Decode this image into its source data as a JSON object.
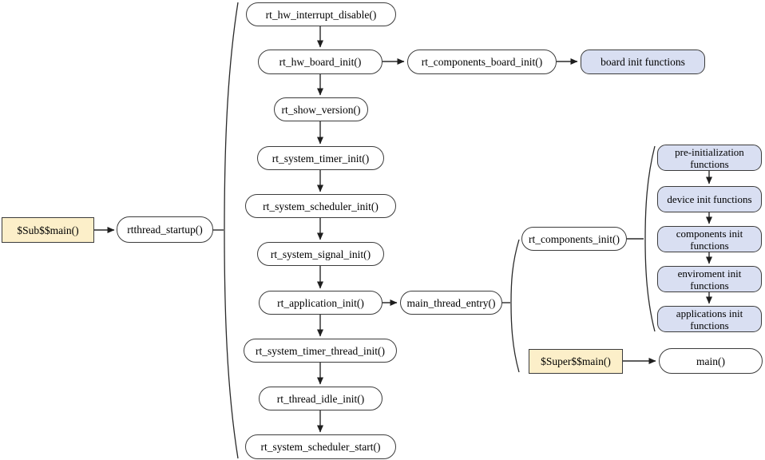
{
  "diagram": {
    "type": "flowchart",
    "colors": {
      "background": "#ffffff",
      "node_border": "#3c3c3c",
      "line": "#262626",
      "yellow_fill": "#fcefc9",
      "blue_fill": "#d9dff2",
      "white_fill": "#ffffff"
    },
    "nodes": {
      "sub_main": {
        "label": "$Sub$$main()",
        "shape": "rect",
        "fill": "yellow"
      },
      "rtthread_startup": {
        "label": "rtthread_startup()",
        "shape": "stadium",
        "fill": "white"
      },
      "rt_hw_interrupt_disable": {
        "label": "rt_hw_interrupt_disable()",
        "shape": "stadium",
        "fill": "white"
      },
      "rt_hw_board_init": {
        "label": "rt_hw_board_init()",
        "shape": "stadium",
        "fill": "white"
      },
      "rt_components_board_init": {
        "label": "rt_components_board_init()",
        "shape": "stadium",
        "fill": "white"
      },
      "board_init_functions": {
        "label": "board init functions",
        "shape": "stadium",
        "fill": "blue"
      },
      "rt_show_version": {
        "label": "rt_show_version()",
        "shape": "stadium",
        "fill": "white"
      },
      "rt_system_timer_init": {
        "label": "rt_system_timer_init()",
        "shape": "stadium",
        "fill": "white"
      },
      "rt_system_scheduler_init": {
        "label": "rt_system_scheduler_init()",
        "shape": "stadium",
        "fill": "white"
      },
      "rt_system_signal_init": {
        "label": "rt_system_signal_init()",
        "shape": "stadium",
        "fill": "white"
      },
      "rt_application_init": {
        "label": "rt_application_init()",
        "shape": "stadium",
        "fill": "white"
      },
      "main_thread_entry": {
        "label": "main_thread_entry()",
        "shape": "stadium",
        "fill": "white"
      },
      "rt_components_init": {
        "label": "rt_components_init()",
        "shape": "stadium",
        "fill": "white"
      },
      "pre_initialization_functions": {
        "label": "pre-initialization functions",
        "shape": "stadium",
        "fill": "blue"
      },
      "device_init_functions": {
        "label": "device init functions",
        "shape": "stadium",
        "fill": "blue"
      },
      "components_init_functions": {
        "label": "components init functions",
        "shape": "stadium",
        "fill": "blue"
      },
      "enviroment_init_functions": {
        "label": "enviroment init functions",
        "shape": "stadium",
        "fill": "blue"
      },
      "applications_init_functions": {
        "label": "applications init functions",
        "shape": "stadium",
        "fill": "blue"
      },
      "super_main": {
        "label": "$Super$$main()",
        "shape": "rect",
        "fill": "yellow"
      },
      "main_fn": {
        "label": "main()",
        "shape": "stadium",
        "fill": "white"
      },
      "rt_system_timer_thread_init": {
        "label": "rt_system_timer_thread_init()",
        "shape": "stadium",
        "fill": "white"
      },
      "rt_thread_idle_init": {
        "label": "rt_thread_idle_init()",
        "shape": "stadium",
        "fill": "white"
      },
      "rt_system_scheduler_start": {
        "label": "rt_system_scheduler_start()",
        "shape": "stadium",
        "fill": "white"
      }
    },
    "edges": [
      {
        "from": "sub_main",
        "to": "rtthread_startup",
        "type": "arrow"
      },
      {
        "from": "rt_hw_interrupt_disable",
        "to": "rt_hw_board_init",
        "type": "arrow"
      },
      {
        "from": "rt_hw_board_init",
        "to": "rt_components_board_init",
        "type": "arrow"
      },
      {
        "from": "rt_components_board_init",
        "to": "board_init_functions",
        "type": "arrow"
      },
      {
        "from": "rt_hw_board_init",
        "to": "rt_show_version",
        "type": "arrow"
      },
      {
        "from": "rt_show_version",
        "to": "rt_system_timer_init",
        "type": "arrow"
      },
      {
        "from": "rt_system_timer_init",
        "to": "rt_system_scheduler_init",
        "type": "arrow"
      },
      {
        "from": "rt_system_scheduler_init",
        "to": "rt_system_signal_init",
        "type": "arrow"
      },
      {
        "from": "rt_system_signal_init",
        "to": "rt_application_init",
        "type": "arrow"
      },
      {
        "from": "rt_application_init",
        "to": "main_thread_entry",
        "type": "arrow"
      },
      {
        "from": "rt_application_init",
        "to": "rt_system_timer_thread_init",
        "type": "arrow"
      },
      {
        "from": "rt_system_timer_thread_init",
        "to": "rt_thread_idle_init",
        "type": "arrow"
      },
      {
        "from": "rt_thread_idle_init",
        "to": "rt_system_scheduler_start",
        "type": "arrow"
      },
      {
        "from": "pre_initialization_functions",
        "to": "device_init_functions",
        "type": "arrow"
      },
      {
        "from": "device_init_functions",
        "to": "components_init_functions",
        "type": "arrow"
      },
      {
        "from": "components_init_functions",
        "to": "enviroment_init_functions",
        "type": "arrow"
      },
      {
        "from": "enviroment_init_functions",
        "to": "applications_init_functions",
        "type": "arrow"
      },
      {
        "from": "super_main",
        "to": "main_fn",
        "type": "arrow"
      }
    ],
    "groups": [
      {
        "owner": "rtthread_startup",
        "brace": "large",
        "members": [
          "rt_hw_interrupt_disable",
          "rt_hw_board_init",
          "rt_show_version",
          "rt_system_timer_init",
          "rt_system_scheduler_init",
          "rt_system_signal_init",
          "rt_application_init",
          "rt_system_timer_thread_init",
          "rt_thread_idle_init",
          "rt_system_scheduler_start"
        ]
      },
      {
        "owner": "main_thread_entry",
        "brace": "medium",
        "members": [
          "rt_components_init",
          "super_main"
        ]
      },
      {
        "owner": "rt_components_init",
        "brace": "small",
        "members": [
          "pre_initialization_functions",
          "device_init_functions",
          "components_init_functions",
          "enviroment_init_functions",
          "applications_init_functions"
        ]
      }
    ]
  }
}
